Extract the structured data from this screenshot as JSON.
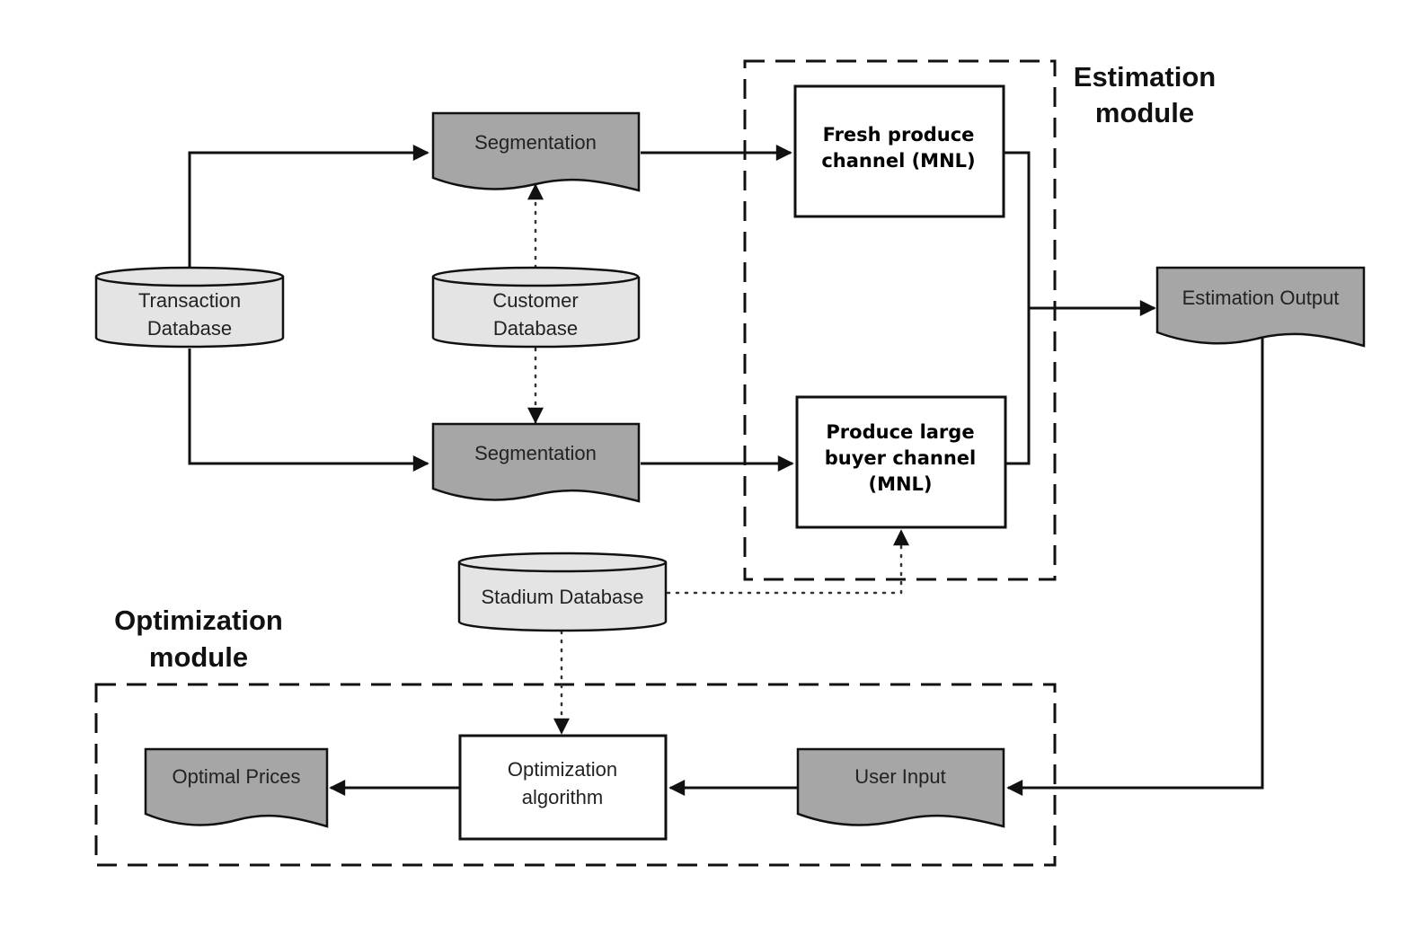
{
  "modules": {
    "estimation": {
      "title_line1": "Estimation",
      "title_line2": "module"
    },
    "optimization": {
      "title_line1": "Optimization",
      "title_line2": "module"
    }
  },
  "databases": {
    "transaction": {
      "line1": "Transaction",
      "line2": "Database"
    },
    "customer": {
      "line1": "Customer",
      "line2": "Database"
    },
    "stadium": {
      "line1": "Stadium Database"
    }
  },
  "documents": {
    "segmentation_top": "Segmentation",
    "segmentation_bottom": "Segmentation",
    "estimation_output": "Estimation Output",
    "user_input": "User Input",
    "optimal_prices": "Optimal Prices"
  },
  "processes": {
    "fresh_produce": {
      "line1": "Fresh produce",
      "line2": "channel (MNL)"
    },
    "large_buyer": {
      "line1": "Produce large",
      "line2": "buyer channel",
      "line3": "(MNL)"
    },
    "optimization_algorithm": {
      "line1": "Optimization",
      "line2": "algorithm"
    }
  },
  "colors": {
    "document_fill": "#a6a6a6",
    "database_fill": "#e4e4e4",
    "line": "#111111"
  }
}
